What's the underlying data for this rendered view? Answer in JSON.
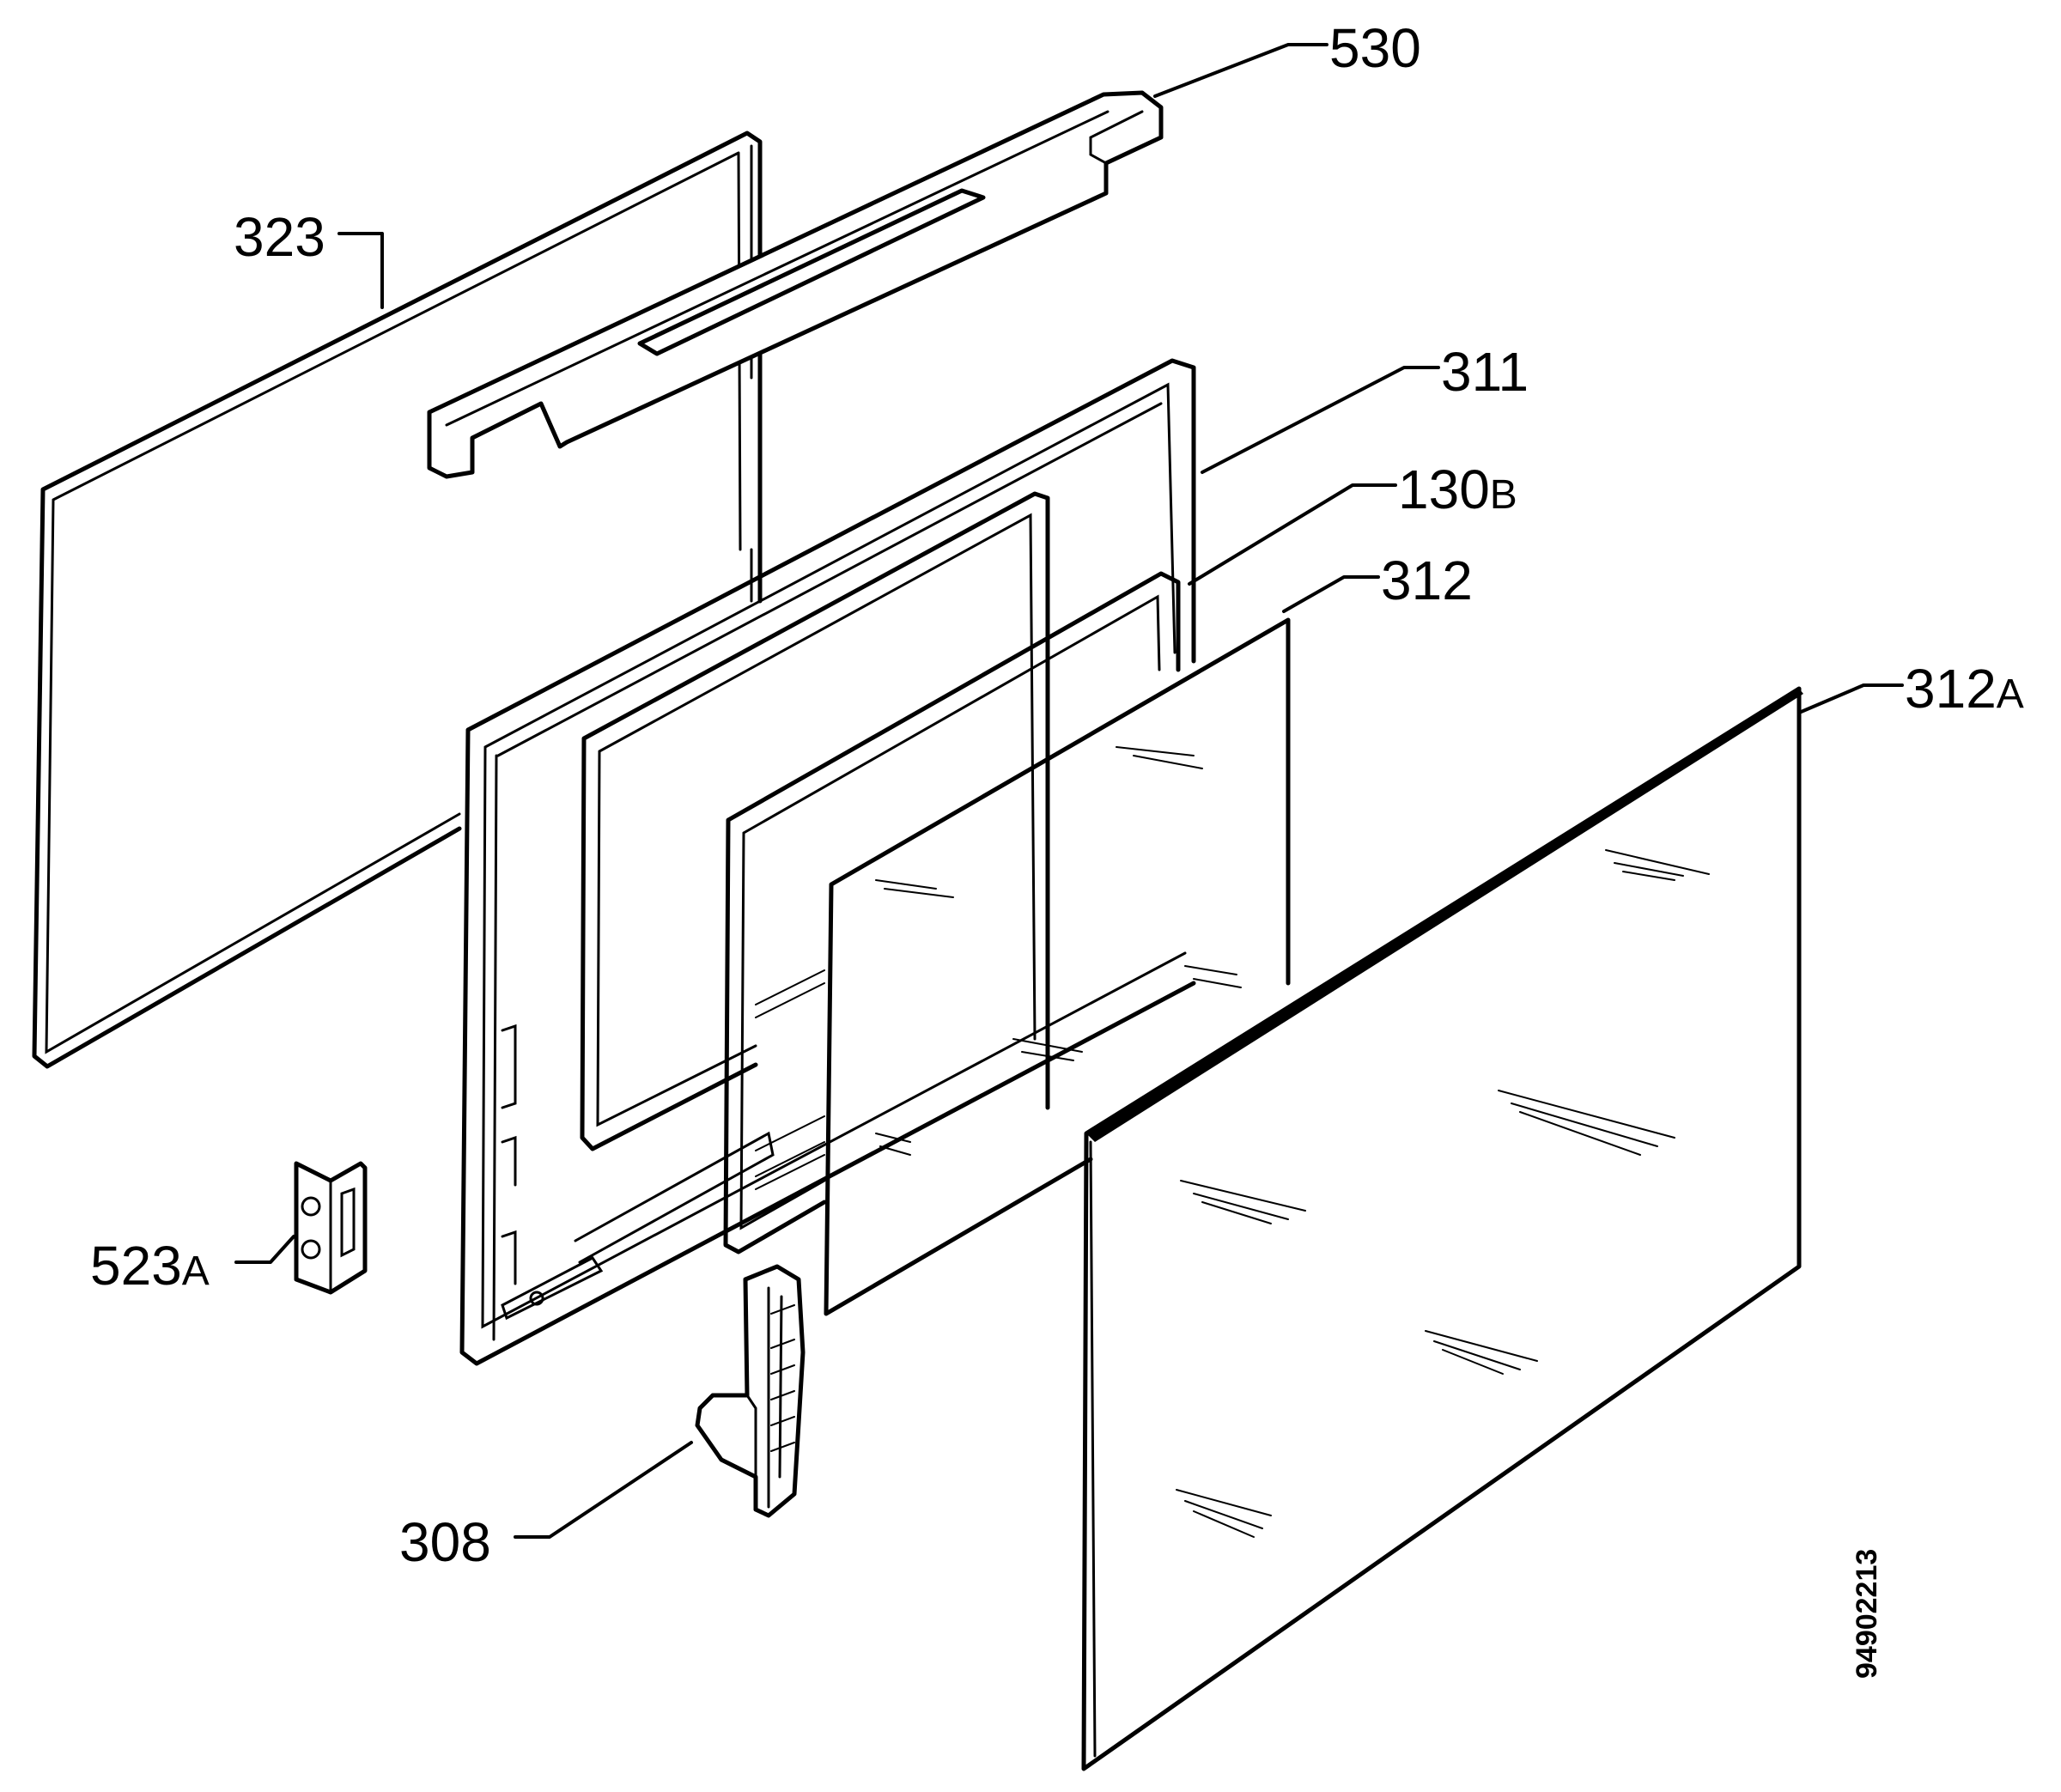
{
  "labels": {
    "p530": "530",
    "p323": "323",
    "p311": "311",
    "p130b": "130",
    "p130b_suffix": "B",
    "p312": "312",
    "p312a": "312",
    "p312a_suffix": "A",
    "p523a": "523",
    "p523a_suffix": "A",
    "p308": "308"
  },
  "document_number": "94902213"
}
